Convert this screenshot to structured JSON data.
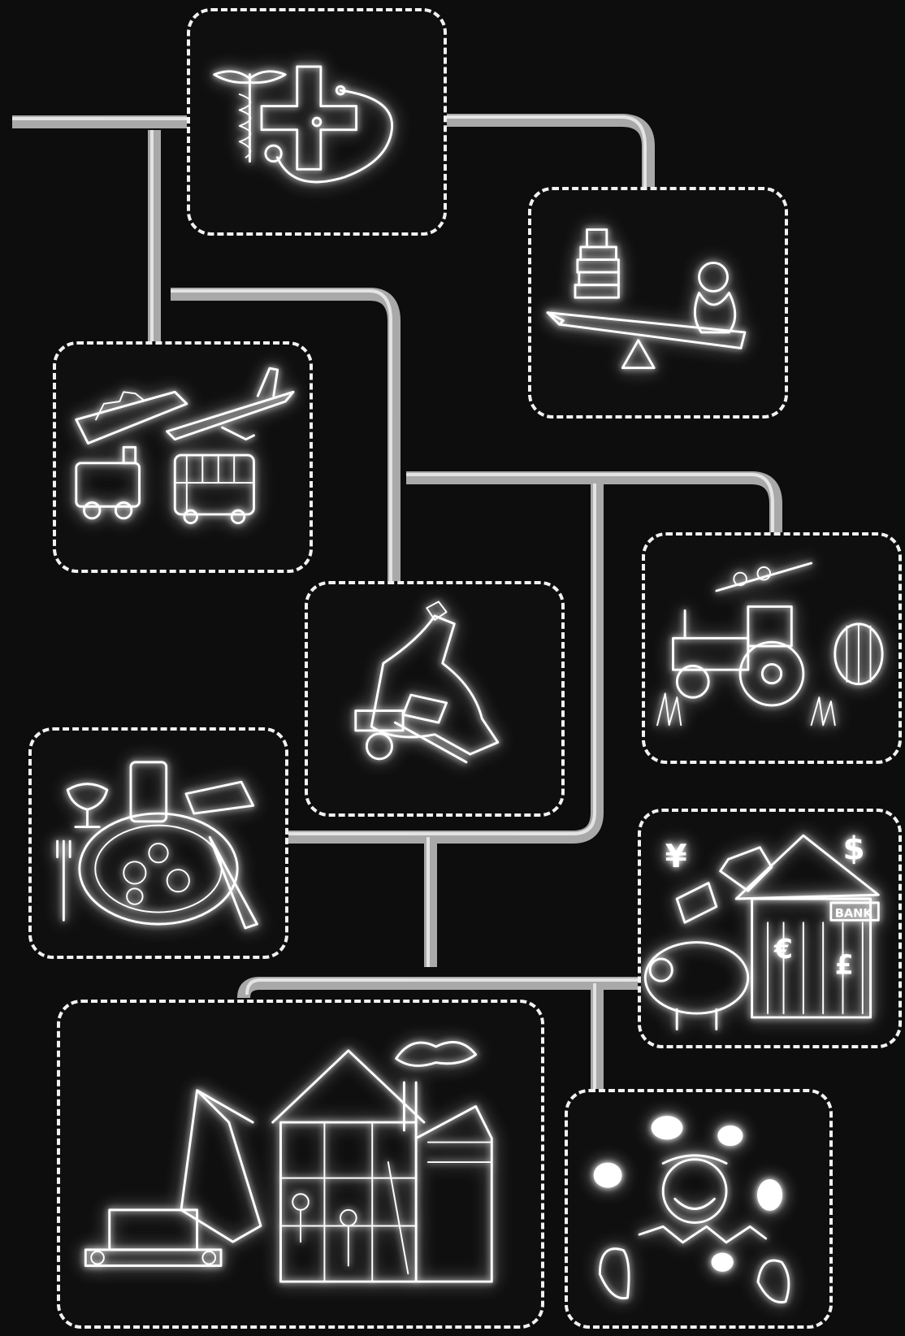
{
  "colors": {
    "background": "#0d0d0d",
    "pipe": "#b8b8b8",
    "pipe_highlight": "#eeeeee",
    "panel_border": "#f2f2f2",
    "drawing": "#ffffff"
  },
  "panels": [
    {
      "id": "health",
      "icon": "caduceus-cross-stethoscope-icon"
    },
    {
      "id": "education",
      "icon": "books-pencil-seesaw-icon"
    },
    {
      "id": "transport",
      "icon": "ship-plane-train-bus-icon"
    },
    {
      "id": "engineering",
      "icon": "machinery-parts-icon"
    },
    {
      "id": "agriculture",
      "icon": "tractor-icon"
    },
    {
      "id": "food",
      "icon": "meal-plate-icon"
    },
    {
      "id": "finance",
      "icon": "bank-piggybank-icon"
    },
    {
      "id": "construction",
      "icon": "excavator-house-icon"
    },
    {
      "id": "entertainment",
      "icon": "juggling-clown-icon"
    }
  ],
  "finance_symbols": {
    "yen": "¥",
    "dollar": "$",
    "euro": "€",
    "pound": "£",
    "bank_sign": "BANK"
  }
}
